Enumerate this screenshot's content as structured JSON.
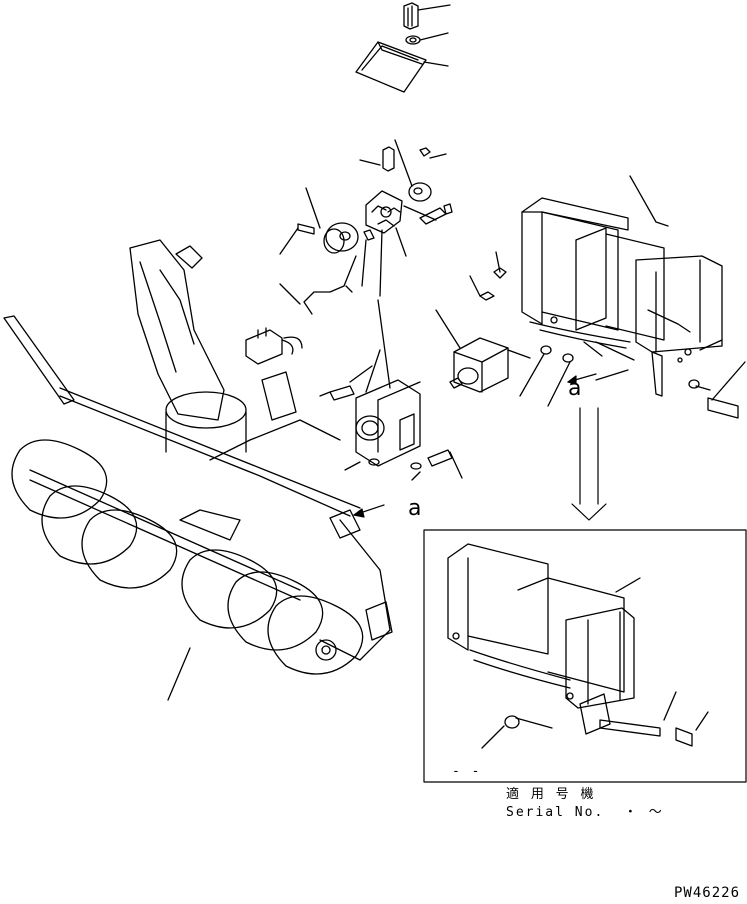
{
  "view_labels": {
    "arrow_label_upper": "a",
    "arrow_label_lower": "a"
  },
  "inset": {
    "dash_mark": "- -",
    "serial_caption_jp": "適 用 号 機",
    "serial_caption_en": "Serial No.  ・ ～"
  },
  "drawing_code": "PW46226"
}
